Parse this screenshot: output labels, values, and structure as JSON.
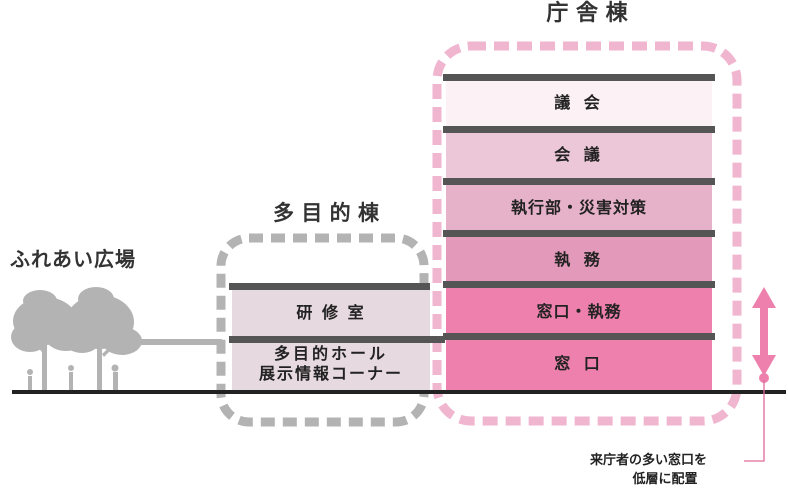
{
  "buildings": {
    "main": {
      "title": "庁 舎 棟",
      "floors": [
        {
          "label": "議 会",
          "color": "#fcf1f5"
        },
        {
          "label": "会 議",
          "color": "#ecc7d7"
        },
        {
          "label": "執行部・災害対策",
          "color": "#e6b2c9"
        },
        {
          "label": "執 務",
          "color": "#e39aba"
        },
        {
          "label": "窓口・執務",
          "color": "#ee80ad"
        },
        {
          "label": "窓 口",
          "color": "#ee80ad"
        }
      ],
      "frame_color": "#f1b6cf"
    },
    "multi": {
      "title": "多 目 的 棟",
      "floors": [
        {
          "label": "研 修 室",
          "color": "#e6d9df"
        },
        {
          "label_lines": [
            "多目的ホール",
            "展示情報コーナー"
          ],
          "color": "#e6d9df"
        }
      ],
      "frame_color": "#b3b3b3"
    },
    "plaza": {
      "title": "ふれあい広場",
      "tree_color": "#b3b3b3"
    }
  },
  "annotation": {
    "lines": [
      "来庁者の多い窓口を",
      "低層に配置"
    ],
    "arrow_color": "#ee80ad",
    "line_color": "#e26a9b"
  },
  "colors": {
    "slab": "#555555",
    "ground": "#222222"
  }
}
